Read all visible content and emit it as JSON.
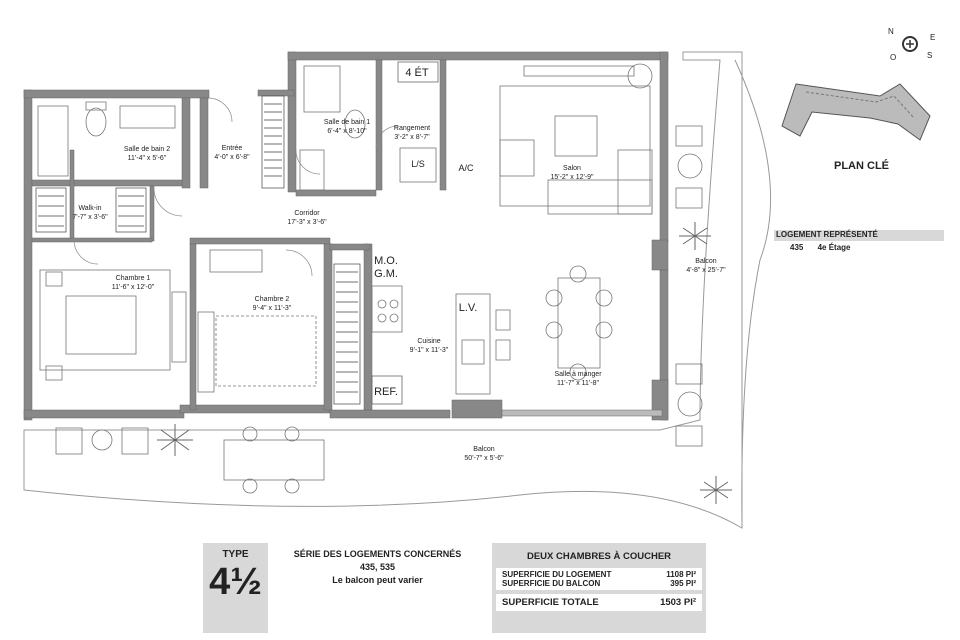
{
  "rooms": {
    "salle_bain_2": {
      "name": "Salle de bain 2",
      "dim": "11'-4\" x 5'-6\""
    },
    "entree": {
      "name": "Entrée",
      "dim": "4'-0\" x 6'-8\""
    },
    "salle_bain_1": {
      "name": "Salle de bain 1",
      "dim": "6'-4\" x 8'-10\""
    },
    "rangement": {
      "name": "Rangement",
      "dim": "3'-2\" x 8'-7\""
    },
    "walkin": {
      "name": "Walk-in",
      "dim": "7'-7\" x 3'-6\""
    },
    "corridor": {
      "name": "Corridor",
      "dim": "17'-3\" x 3'-6\""
    },
    "salon": {
      "name": "Salon",
      "dim": "15'-2\" x 12'-9\""
    },
    "chambre_1": {
      "name": "Chambre 1",
      "dim": "11'-6\" x 12'-0\""
    },
    "chambre_2": {
      "name": "Chambre 2",
      "dim": "9'-4\" x 11'-3\""
    },
    "cuisine": {
      "name": "Cuisine",
      "dim": "9'-1\" x 11'-3\""
    },
    "salle_manger": {
      "name": "Salle à manger",
      "dim": "11'-7\" x 11'-8\""
    },
    "balcon_est": {
      "name": "Balcon",
      "dim": "4'-8\" x 25'-7\""
    },
    "balcon_sud": {
      "name": "Balcon",
      "dim": "50'-7\" x 5'-6\""
    }
  },
  "fixtures": {
    "etage": "4 ÉT",
    "ls": "L/S",
    "ac": "A/C",
    "mo": "M.O.",
    "gm": "G.M.",
    "lv": "L.V.",
    "ref": "REF."
  },
  "compass": {
    "n": "N",
    "e": "E",
    "s": "S",
    "o": "O"
  },
  "key_plan": {
    "title": "PLAN CLÉ",
    "header": "LOGEMENT REPRÉSENTÉ",
    "unit": "435",
    "floor": "4e Étage"
  },
  "bottom": {
    "type_label": "TYPE",
    "type_value": "4½",
    "series_title": "SÉRIE DES LOGEMENTS CONCERNÉS",
    "series_units": "435, 535",
    "series_note": "Le balcon peut varier",
    "bedrooms": "DEUX CHAMBRES À COUCHER",
    "area_unit_label": "SUPERFICIE DU LOGEMENT",
    "area_unit_value": "1108 PI²",
    "area_balcony_label": "SUPERFICIE DU BALCON",
    "area_balcony_value": "395 PI²",
    "area_total_label": "SUPERFICIE TOTALE",
    "area_total_value": "1503 PI²"
  }
}
